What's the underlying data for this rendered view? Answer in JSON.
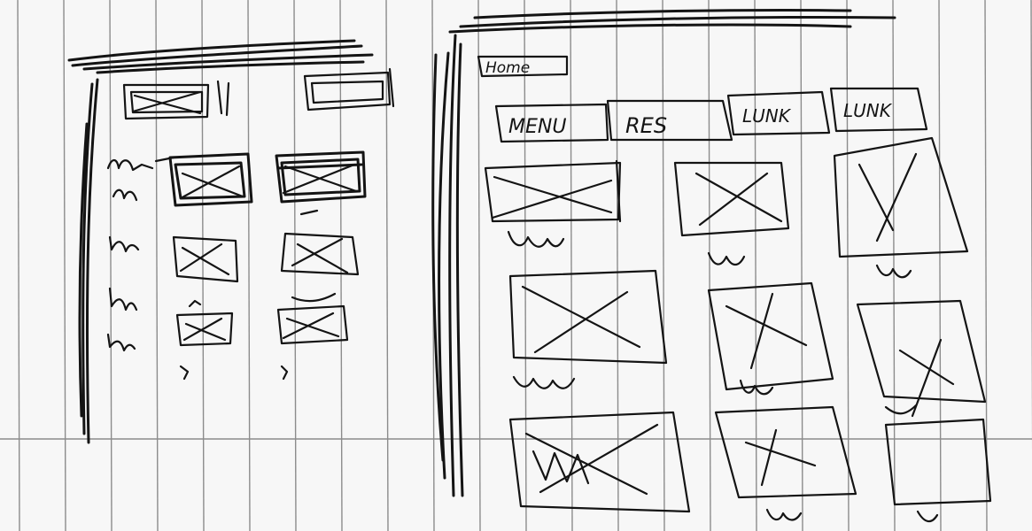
{
  "sketch": {
    "header_label": "Home",
    "tabs": [
      {
        "label": "MENU"
      },
      {
        "label": "RES"
      },
      {
        "label": "LUNK"
      },
      {
        "label": "LUNK"
      }
    ]
  },
  "colors": {
    "paper": "#f7f7f7",
    "rule_lines": "#8c8c8c",
    "ink": "#141414"
  }
}
